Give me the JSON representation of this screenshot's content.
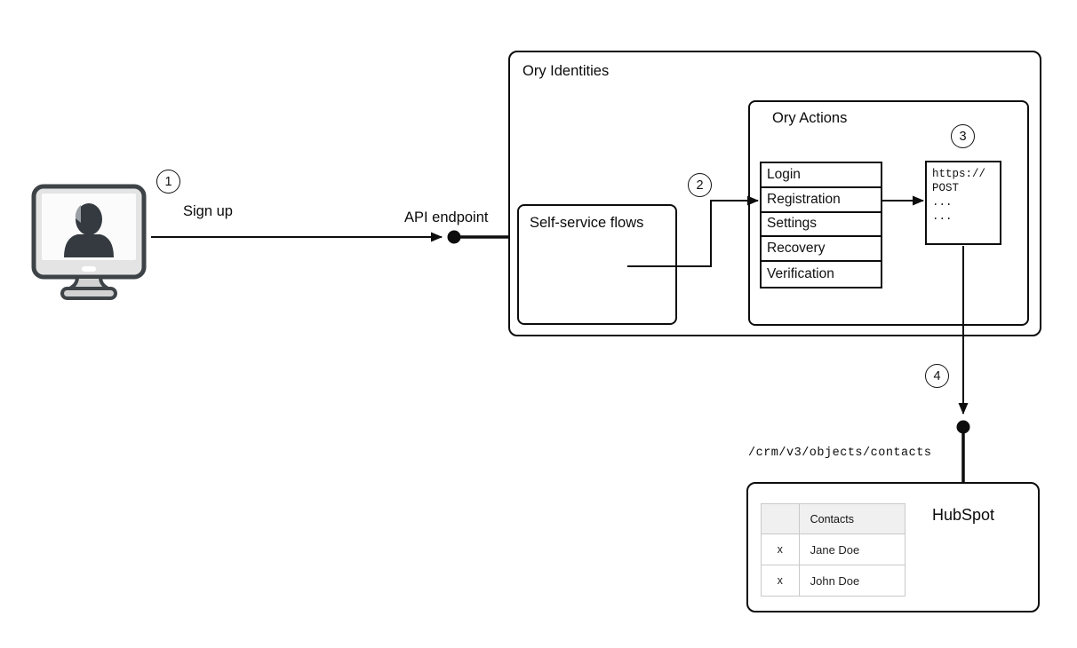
{
  "steps": {
    "one": "1",
    "two": "2",
    "three": "3",
    "four": "4"
  },
  "labels": {
    "sign_up": "Sign up",
    "api_endpoint": "API endpoint",
    "crm_path": "/crm/v3/objects/contacts"
  },
  "ory_identities": {
    "title": "Ory Identities",
    "self_service": {
      "title": "Self-service flows"
    },
    "ory_actions": {
      "title": "Ory Actions",
      "flows": [
        "Login",
        "Registration",
        "Settings",
        "Recovery",
        "Verification"
      ]
    },
    "request_box": {
      "lines": [
        "https://",
        "POST",
        "...",
        "..."
      ]
    }
  },
  "hubspot": {
    "title": "HubSpot",
    "table": {
      "header": "Contacts",
      "rows": [
        {
          "check": "x",
          "name": "Jane Doe"
        },
        {
          "check": "x",
          "name": "John Doe"
        }
      ]
    }
  },
  "colors": {
    "line": "#0d0d0d",
    "table_border": "#c9c9c9",
    "table_header_bg": "#f0f0f0",
    "icon_dark": "#3e4347",
    "icon_silhouette": "#343a40"
  }
}
